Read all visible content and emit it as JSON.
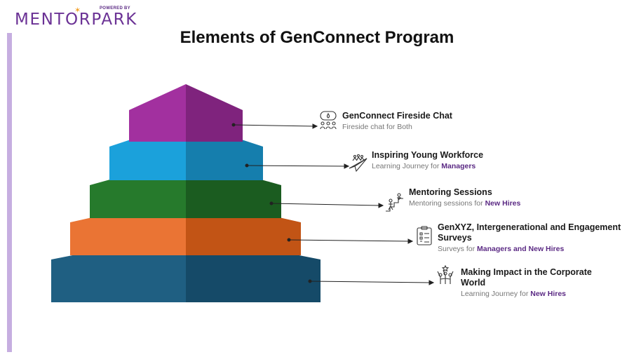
{
  "logo": {
    "powered_by": "POWERED BY",
    "brand": "MENTORPARK"
  },
  "title": "Elements of GenConnect Program",
  "colors": {
    "accent": "#5b2a84",
    "sidebar": "#c6aee0",
    "star": "#f2a22c"
  },
  "tiers": [
    {
      "name": "GenConnect Fireside Chat",
      "subtitle_plain": "Fireside chat for Both",
      "subtitle_bold": "",
      "icon": "fireside-chat-icon",
      "color_left": "#a2309f",
      "color_right": "#7f237d"
    },
    {
      "name": "Inspiring Young Workforce",
      "subtitle_plain": "Learning Journey for ",
      "subtitle_bold": "Managers",
      "icon": "paper-plane-team-icon",
      "color_left": "#1ba1db",
      "color_right": "#157ead"
    },
    {
      "name": "Mentoring Sessions",
      "subtitle_plain": "Mentoring sessions for ",
      "subtitle_bold": "New Hires",
      "icon": "mentoring-stairs-icon",
      "color_left": "#267a2c",
      "color_right": "#1b5c20"
    },
    {
      "name": "GenXYZ, Intergenerational and Engagement Surveys",
      "subtitle_plain": "Surveys for ",
      "subtitle_bold": "Managers and  New Hires",
      "icon": "survey-clipboard-icon",
      "color_left": "#ea7434",
      "color_right": "#c25415"
    },
    {
      "name": "Making Impact in the Corporate World",
      "subtitle_plain": "Learning Journey for ",
      "subtitle_bold": "New Hires",
      "icon": "team-celebration-icon",
      "color_left": "#1f5f82",
      "color_right": "#154a68"
    }
  ]
}
